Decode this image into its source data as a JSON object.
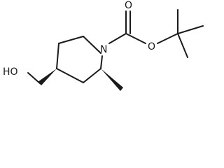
{
  "molecule": {
    "atoms": {
      "nitrogen": "N",
      "carbonyl_oxygen": "O",
      "ester_oxygen": "O",
      "hydroxyl": "HO"
    },
    "colors": {
      "bond": "#1a1a1a",
      "background": "#ffffff"
    }
  }
}
